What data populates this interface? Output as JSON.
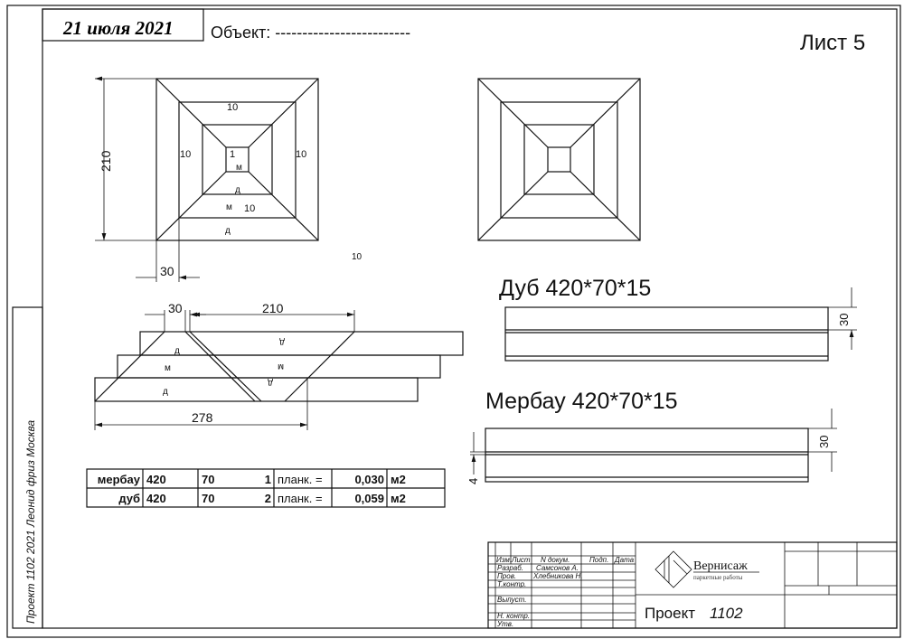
{
  "header": {
    "date": "21 июля 2021",
    "object_label": "Объект: -------------------------",
    "sheet": "Лист 5"
  },
  "side_stamp": "Проект  1102 2021 Леонид фриз Москва",
  "square": {
    "dim_height": "210",
    "dim_border": "30",
    "labels": [
      "10",
      "10",
      "10",
      "1",
      "м",
      "д",
      "м",
      "10",
      "д"
    ],
    "stray": "10"
  },
  "strips": {
    "dim_a": "30",
    "dim_b": "210",
    "dim_total": "278",
    "labels": [
      "д",
      "д",
      "м",
      "м",
      "д",
      "д"
    ]
  },
  "boards": [
    {
      "title": "Дуб 420*70*15",
      "dim": "30"
    },
    {
      "title": "Мербау 420*70*15",
      "dim": "30",
      "groove": "4"
    }
  ],
  "table": {
    "rows": [
      [
        "мербау",
        "420",
        "70",
        "1",
        "планк. =",
        "0,030",
        "м2"
      ],
      [
        "дуб",
        "420",
        "70",
        "2",
        "планк. =",
        "0,059",
        "м2"
      ]
    ]
  },
  "title_block": {
    "headers": [
      "Изм.",
      "Лист",
      "N докум.",
      "Подп.",
      "Дата"
    ],
    "roles": [
      "Разраб.",
      "Пров.",
      "Т.контр.",
      "Выпуст.",
      "Н. контр.",
      "Утв."
    ],
    "names": [
      "Самсонов А.",
      "Хлебникова Н."
    ],
    "logo_name": "Вернисаж",
    "logo_sub": "паркетные работы",
    "project": "Проект",
    "project_num": "1102"
  }
}
